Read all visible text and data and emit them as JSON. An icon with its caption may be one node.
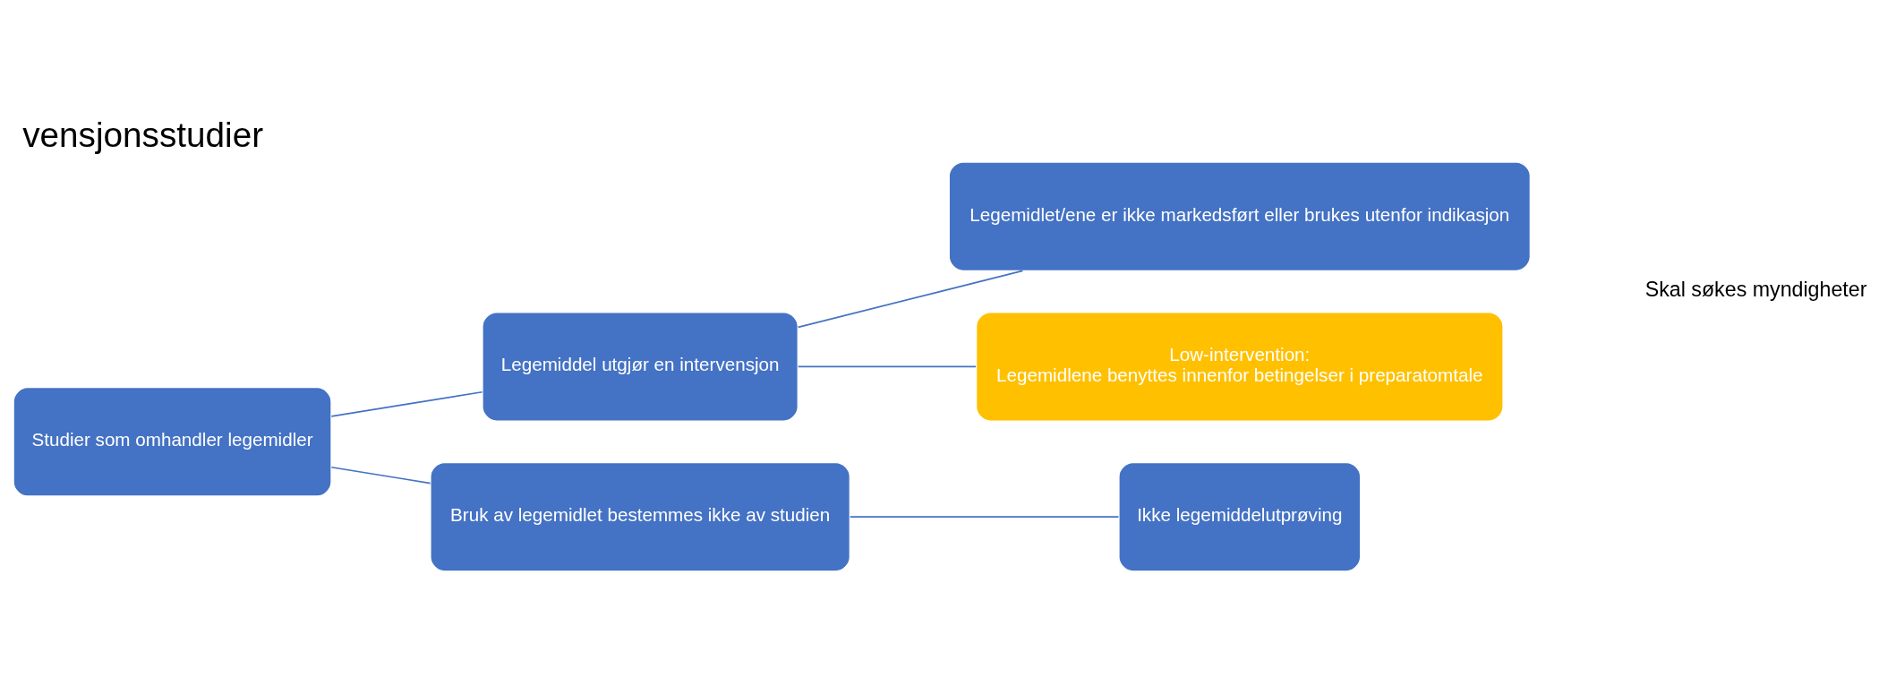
{
  "diagram": {
    "title": "vensjonsstudier",
    "nodes": [
      {
        "text": [
          "Studier som omhandler legemidler"
        ]
      },
      {
        "text": [
          "Legemiddel utgjør en intervensjon"
        ]
      },
      {
        "text": [
          "Bruk av legemidlet bestemmes ikke av studien"
        ]
      },
      {
        "text": [
          "Legemidlet/ene er ikke markedsført eller brukes utenfor indikasjon"
        ]
      },
      {
        "text": [
          "Low-intervention:",
          "Legemidlene benyttes innenfor betingelser i preparatomtale"
        ]
      },
      {
        "text": [
          "Ikke legemiddelutprøving"
        ]
      }
    ],
    "edges": [
      {
        "from": 0,
        "to": 1,
        "arrow": "none"
      },
      {
        "from": 0,
        "to": 2,
        "arrow": "none"
      },
      {
        "from": 1,
        "to": 3,
        "arrow": "none"
      },
      {
        "from": 1,
        "to": 4,
        "arrow": "none"
      },
      {
        "from": 2,
        "to": 5,
        "arrow": "none"
      }
    ],
    "labels": [
      "Skal søkes myndigheter"
    ]
  }
}
